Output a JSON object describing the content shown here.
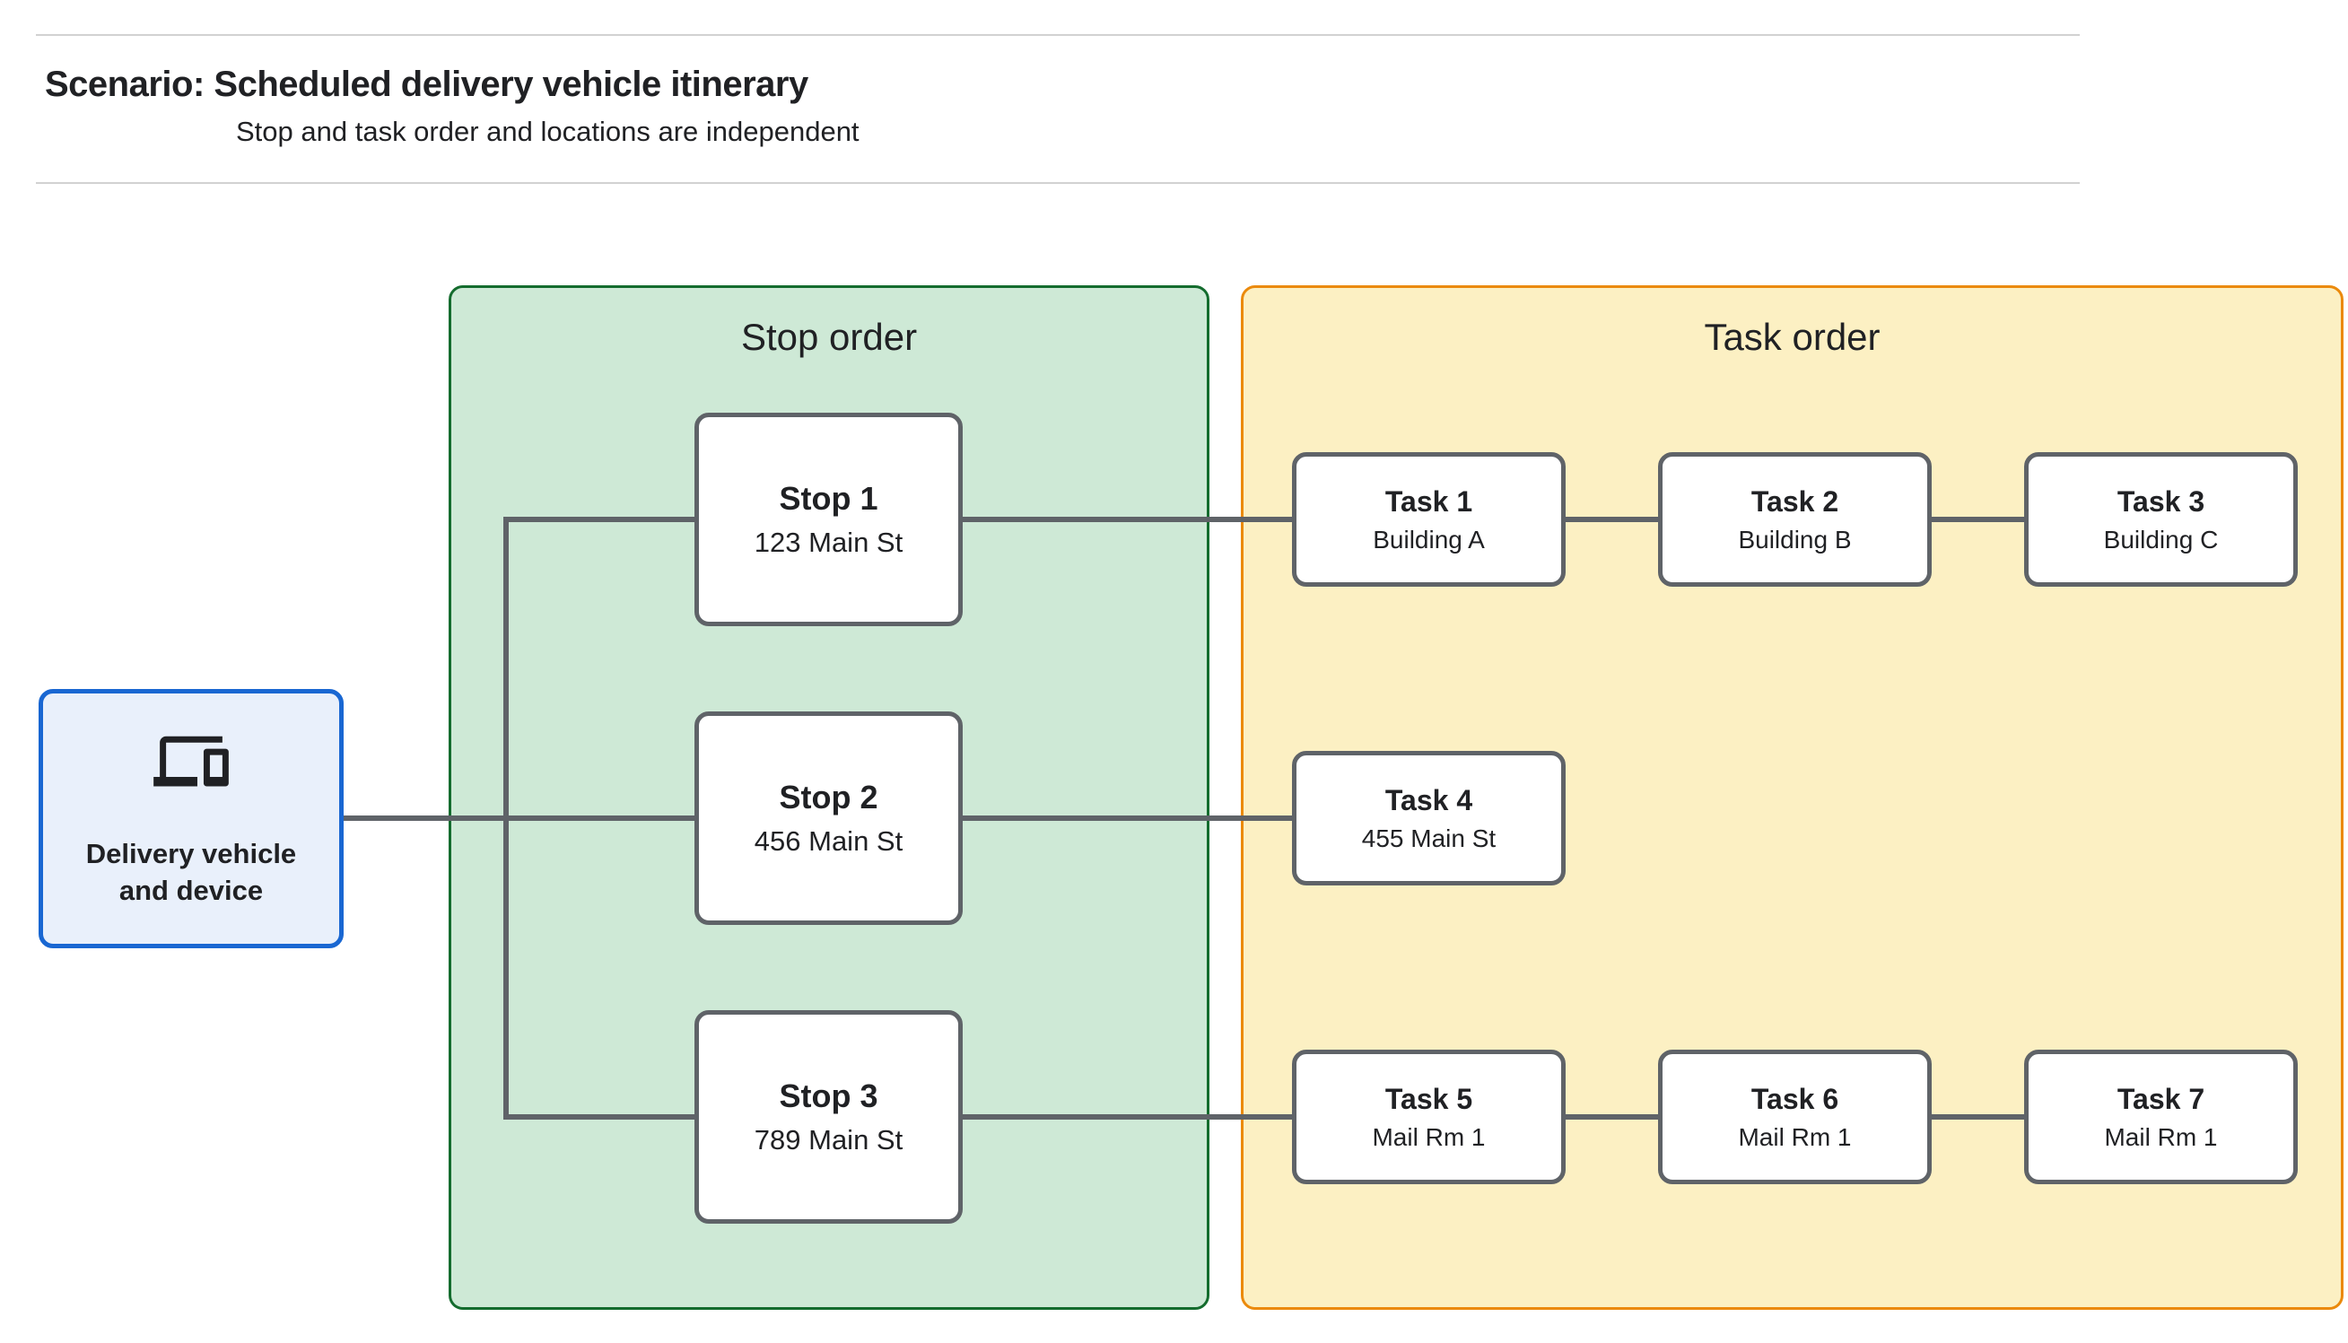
{
  "header": {
    "title": "Scenario: Scheduled delivery vehicle itinerary",
    "subtitle": "Stop and task order and locations are independent"
  },
  "source": {
    "label": "Delivery vehicle and device",
    "icon": "devices-icon"
  },
  "panels": {
    "stop": {
      "title": "Stop order"
    },
    "task": {
      "title": "Task order"
    }
  },
  "stops": [
    {
      "title": "Stop 1",
      "subtitle": "123 Main St"
    },
    {
      "title": "Stop 2",
      "subtitle": "456 Main St"
    },
    {
      "title": "Stop 3",
      "subtitle": "789 Main St"
    }
  ],
  "tasks": [
    {
      "title": "Task 1",
      "subtitle": "Building A"
    },
    {
      "title": "Task 2",
      "subtitle": "Building B"
    },
    {
      "title": "Task 3",
      "subtitle": "Building C"
    },
    {
      "title": "Task 4",
      "subtitle": "455 Main St"
    },
    {
      "title": "Task 5",
      "subtitle": "Mail Rm 1"
    },
    {
      "title": "Task 6",
      "subtitle": "Mail Rm 1"
    },
    {
      "title": "Task 7",
      "subtitle": "Mail Rm 1"
    }
  ],
  "colors": {
    "text": "#202124",
    "rule": "#D2D2D2",
    "connector": "#5F6368",
    "node_border": "#5F6368",
    "node_fill": "#FFFFFF",
    "source_fill": "#E9F0FB",
    "source_border": "#1967D2",
    "stop_panel_fill": "#CEE9D6",
    "stop_panel_border": "#146C2E",
    "task_panel_fill": "#FCF0C3",
    "task_panel_border": "#EB8A0C"
  }
}
